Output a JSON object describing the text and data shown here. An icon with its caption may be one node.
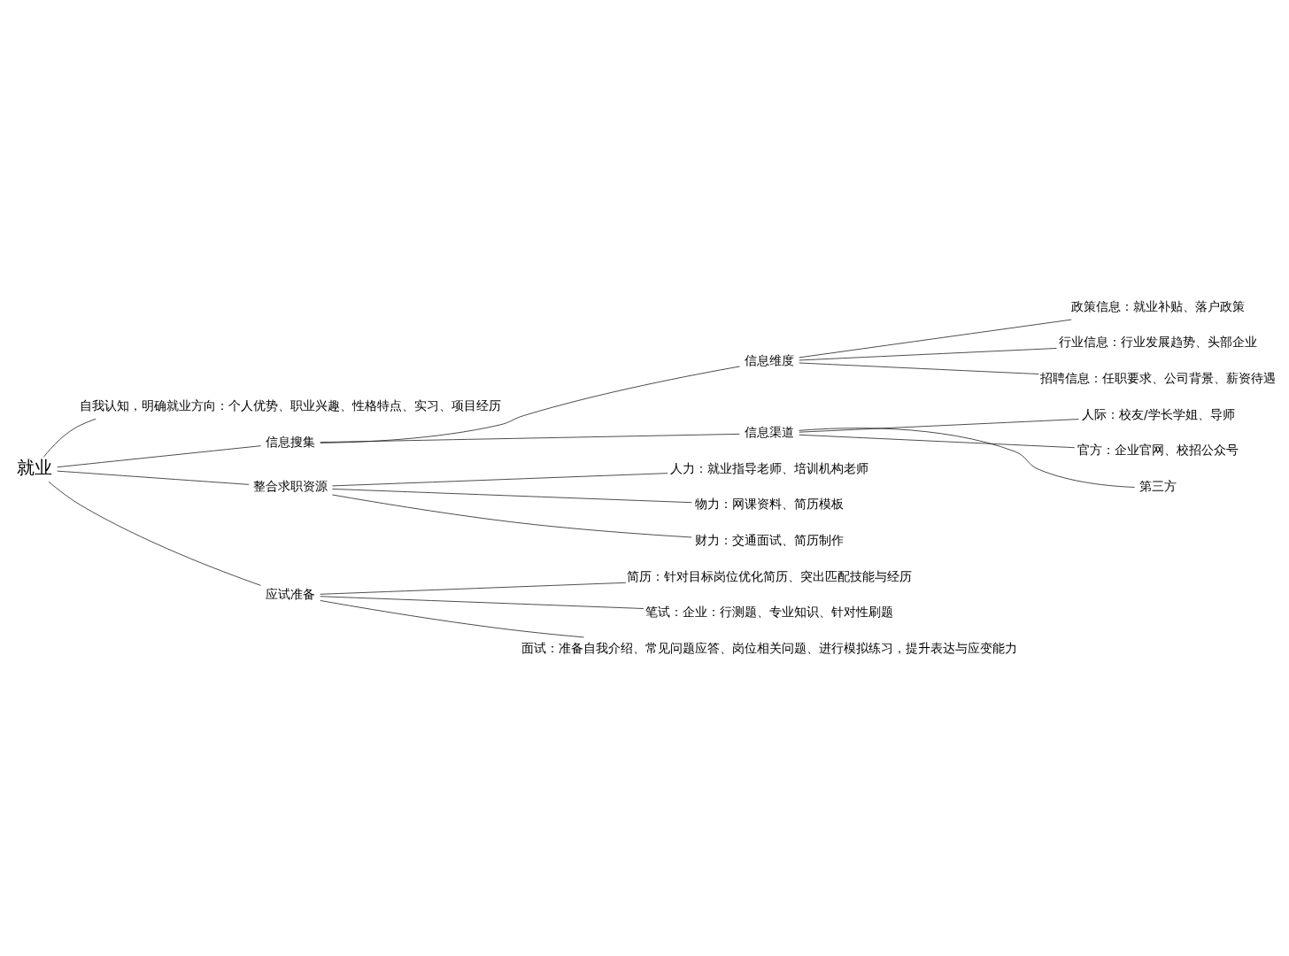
{
  "diagram": {
    "nodes": [
      {
        "text": [
          "就业"
        ]
      },
      {
        "text": [
          "自我认知，明确就业方向：个人优势、职业兴趣、性格特点、实习、项目经历"
        ]
      },
      {
        "text": [
          "信息搜集"
        ]
      },
      {
        "text": [
          "信息维度"
        ]
      },
      {
        "text": [
          "政策信息：就业补贴、落户政策"
        ]
      },
      {
        "text": [
          "行业信息：行业发展趋势、头部企业"
        ]
      },
      {
        "text": [
          "招聘信息：任职要求、公司背景、薪资待遇"
        ]
      },
      {
        "text": [
          "信息渠道"
        ]
      },
      {
        "text": [
          "人际：校友/学长学姐、导师"
        ]
      },
      {
        "text": [
          "官方：企业官网、校招公众号"
        ]
      },
      {
        "text": [
          "第三方"
        ]
      },
      {
        "text": [
          "整合求职资源"
        ]
      },
      {
        "text": [
          "人力：就业指导老师、培训机构老师"
        ]
      },
      {
        "text": [
          "物力：网课资料、简历模板"
        ]
      },
      {
        "text": [
          "财力：交通面试、简历制作"
        ]
      },
      {
        "text": [
          "应试准备"
        ]
      },
      {
        "text": [
          "简历：针对目标岗位优化简历、突出匹配技能与经历"
        ]
      },
      {
        "text": [
          "笔试：企业：行测题、专业知识、针对性刷题"
        ]
      },
      {
        "text": [
          "面试：准备自我介绍、常见问题应答、岗位相关问题、进行模拟练习，提升表达与应变能力"
        ]
      }
    ],
    "edges": [
      {
        "from": 0,
        "to": 1,
        "arrow": "none"
      },
      {
        "from": 0,
        "to": 2,
        "arrow": "none"
      },
      {
        "from": 0,
        "to": 11,
        "arrow": "none"
      },
      {
        "from": 0,
        "to": 15,
        "arrow": "none"
      },
      {
        "from": 2,
        "to": 3,
        "arrow": "none"
      },
      {
        "from": 2,
        "to": 7,
        "arrow": "none"
      },
      {
        "from": 3,
        "to": 4,
        "arrow": "none"
      },
      {
        "from": 3,
        "to": 5,
        "arrow": "none"
      },
      {
        "from": 3,
        "to": 6,
        "arrow": "none"
      },
      {
        "from": 7,
        "to": 8,
        "arrow": "none"
      },
      {
        "from": 7,
        "to": 9,
        "arrow": "none"
      },
      {
        "from": 7,
        "to": 10,
        "arrow": "none"
      },
      {
        "from": 11,
        "to": 12,
        "arrow": "none"
      },
      {
        "from": 11,
        "to": 13,
        "arrow": "none"
      },
      {
        "from": 11,
        "to": 14,
        "arrow": "none"
      },
      {
        "from": 15,
        "to": 16,
        "arrow": "none"
      },
      {
        "from": 15,
        "to": 17,
        "arrow": "none"
      },
      {
        "from": 15,
        "to": 18,
        "arrow": "none"
      }
    ]
  }
}
